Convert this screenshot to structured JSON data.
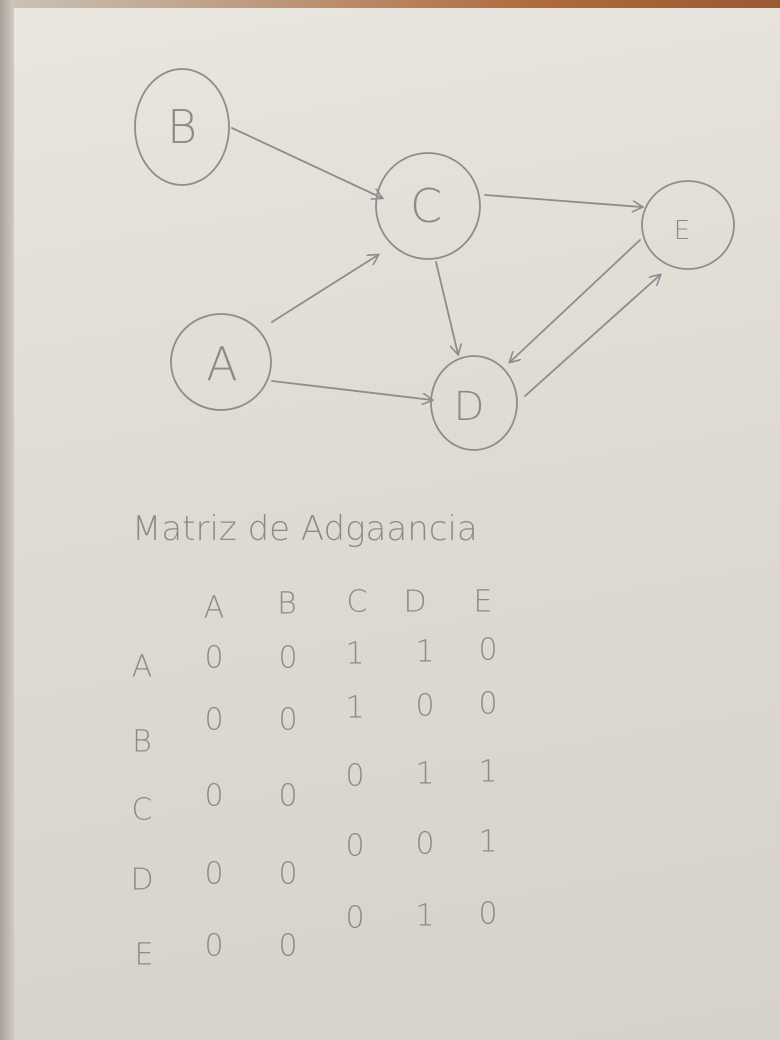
{
  "nodes": [
    {
      "id": "B",
      "label": "B"
    },
    {
      "id": "C",
      "label": "C"
    },
    {
      "id": "E",
      "label": "E"
    },
    {
      "id": "A",
      "label": "A"
    },
    {
      "id": "D",
      "label": "D"
    }
  ],
  "edges": [
    {
      "from": "B",
      "to": "C"
    },
    {
      "from": "A",
      "to": "C"
    },
    {
      "from": "A",
      "to": "D"
    },
    {
      "from": "C",
      "to": "E"
    },
    {
      "from": "C",
      "to": "D"
    },
    {
      "from": "E",
      "to": "D"
    },
    {
      "from": "D",
      "to": "E"
    }
  ],
  "matrix": {
    "title": "Matriz de Adgaancia",
    "columns": [
      "A",
      "B",
      "C",
      "D",
      "E"
    ],
    "rows": [
      "A",
      "B",
      "C",
      "D",
      "E"
    ],
    "values": [
      [
        "0",
        "0",
        "1",
        "1",
        "0"
      ],
      [
        "0",
        "0",
        "1",
        "0",
        "0"
      ],
      [
        "0",
        "0",
        "0",
        "1",
        "1"
      ],
      [
        "0",
        "0",
        "0",
        "0",
        "1"
      ],
      [
        "0",
        "0",
        "0",
        "1",
        "0"
      ]
    ]
  }
}
